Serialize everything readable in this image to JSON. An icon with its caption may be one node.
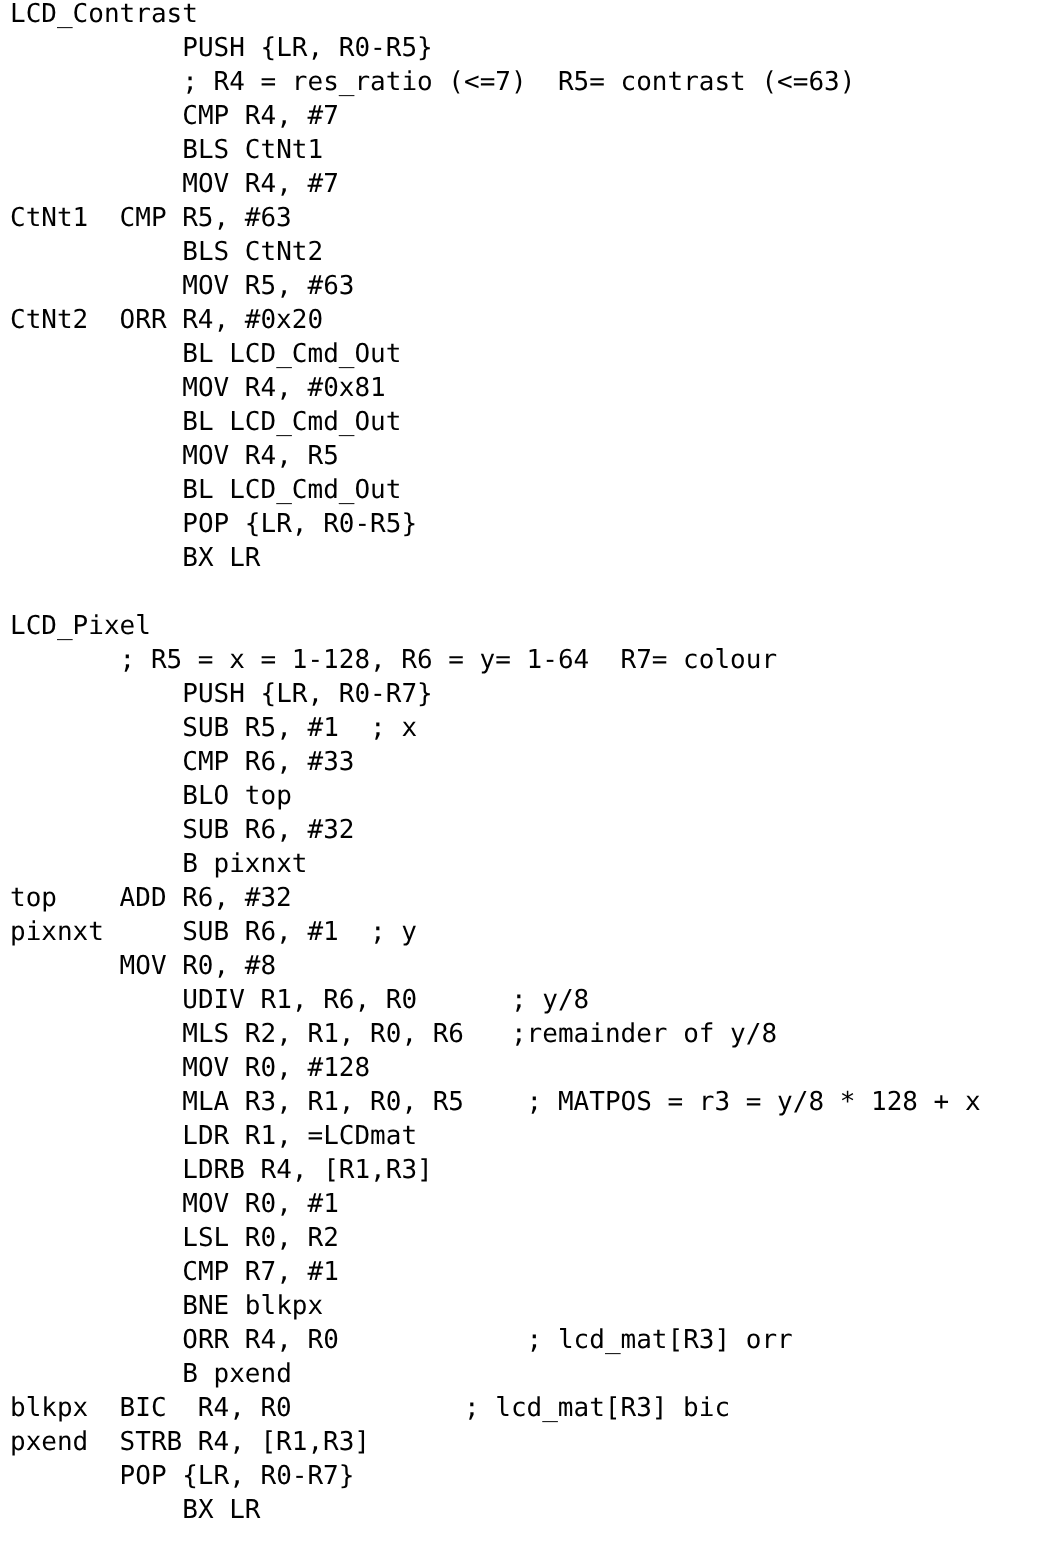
{
  "diagram": {
    "labels": [
      "LCD_Contrast",
      "PUSH {LR, R0-R5}",
      "; R4 = res_ratio (<=7)  R5= contrast (<=63)",
      "CMP R4, #7",
      "BLS CtNt1",
      "MOV R4, #7",
      "CtNt1  CMP R5, #63",
      "BLS CtNt2",
      "MOV R5, #63",
      "CtNt2  ORR R4, #0x20",
      "BL LCD_Cmd_Out",
      "MOV R4, #0x81",
      "BL LCD_Cmd_Out",
      "MOV R4, R5",
      "BL LCD_Cmd_Out",
      "POP {LR, R0-R5}",
      "BX LR",
      "LCD_Pixel",
      "; R5 = x = 1-128, R6 = y= 1-64  R7= colour",
      "PUSH {LR, R0-R7}",
      "SUB R5, #1  ; x",
      "CMP R6, #33",
      "BLO top",
      "SUB R6, #32",
      "B pixnxt",
      "top    ADD R6, #32",
      "pixnxt     SUB R6, #1  ; y",
      "MOV R0, #8",
      "UDIV R1, R6, R0      ; y/8",
      "MLS R2, R1, R0, R6   ;remainder of y/8",
      "MOV R0, #128",
      "MLA R3, R1, R0, R5    ; MATPOS = r3 = y/8 * 128 + x",
      "LDR R1, =LCDmat",
      "LDRB R4, [R1,R3]",
      "MOV R0, #1",
      "LSL R0, R2",
      "CMP R7, #1",
      "BNE blkpx",
      "ORR R4, R0            ; lcd_mat[R3] orr",
      "B pxend",
      "blkpx  BIC  R4, R0           ; lcd_mat[R3] bic",
      "pxend  STRB R4, [R1,R3]",
      "POP {LR, R0-R7}",
      "BX LR"
    ]
  }
}
